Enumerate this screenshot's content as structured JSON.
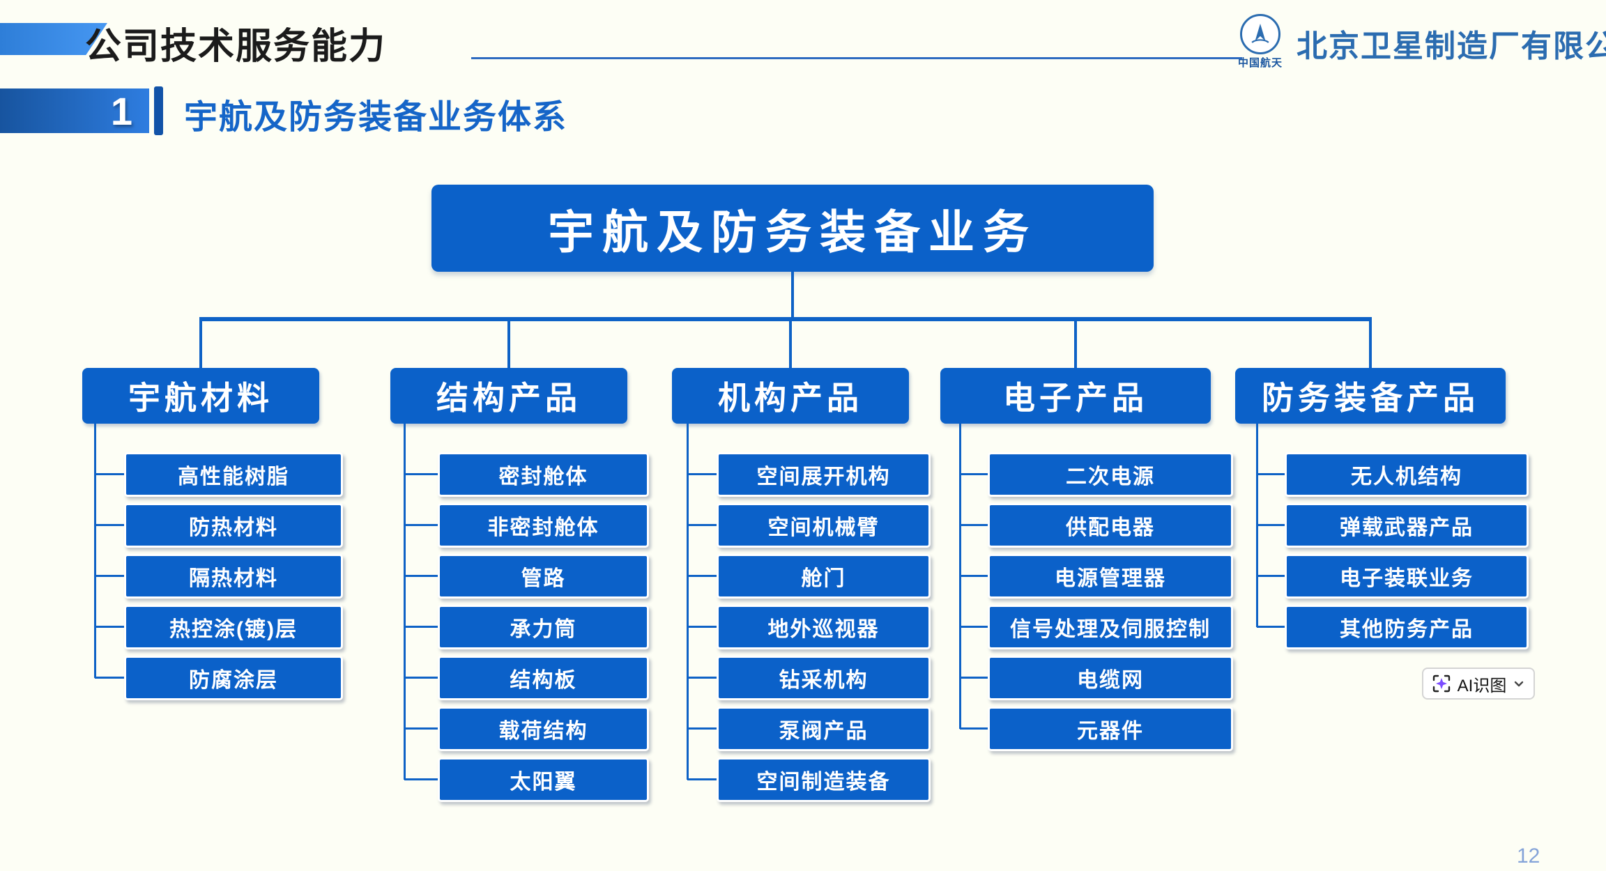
{
  "header": {
    "title": "公司技术服务能力",
    "logo_text": "中国航天",
    "company": "北京卫星制造厂有限公司"
  },
  "section": {
    "number": "1",
    "title": "宇航及防务装备业务体系"
  },
  "tree": {
    "root": "宇航及防务装备业务",
    "columns": [
      {
        "label": "宇航材料",
        "children": [
          "高性能树脂",
          "防热材料",
          "隔热材料",
          "热控涂(镀)层",
          "防腐涂层"
        ]
      },
      {
        "label": "结构产品",
        "children": [
          "密封舱体",
          "非密封舱体",
          "管路",
          "承力筒",
          "结构板",
          "载荷结构",
          "太阳翼"
        ]
      },
      {
        "label": "机构产品",
        "children": [
          "空间展开机构",
          "空间机械臂",
          "舱门",
          "地外巡视器",
          "钻采机构",
          "泵阀产品",
          "空间制造装备"
        ]
      },
      {
        "label": "电子产品",
        "children": [
          "二次电源",
          "供配电器",
          "电源管理器",
          "信号处理及伺服控制",
          "电缆网",
          "元器件"
        ]
      },
      {
        "label": "防务装备产品",
        "children": [
          "无人机结构",
          "弹载武器产品",
          "电子装联业务",
          "其他防务产品"
        ]
      }
    ]
  },
  "overlay": {
    "ai_label": "AI识图"
  },
  "page_number": "12",
  "colors": {
    "node_blue": "#0B61C9",
    "accent_blue": "#1565C8",
    "company_blue": "#2B6CB0",
    "deco_blue": "#4697F2",
    "connector_blue": "#0E62C6",
    "page_bg": "#FDFEF5",
    "page_number_blue": "#84A3D8",
    "sparkle_purple": "#7C4DFF"
  }
}
